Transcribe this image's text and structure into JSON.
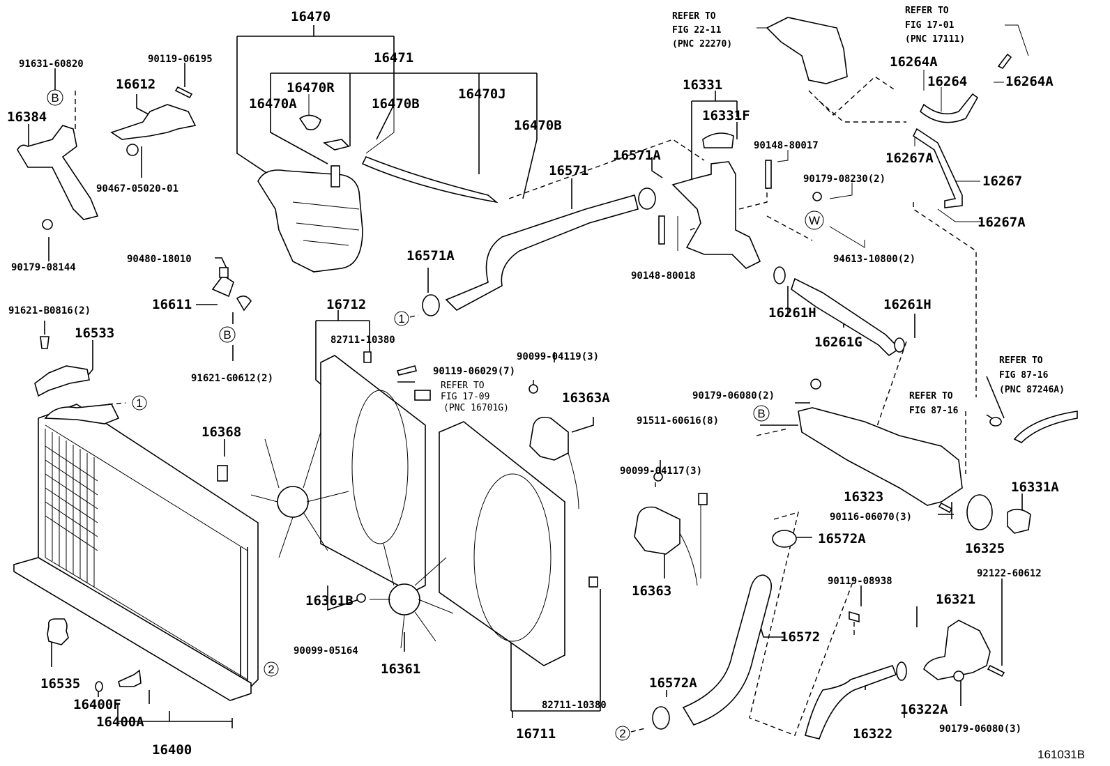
{
  "diagram": {
    "figure_id": "161031B",
    "labels": {
      "p16470": "16470",
      "p16471": "16471",
      "p16470R": "16470R",
      "p16470A": "16470A",
      "p16470B_1": "16470B",
      "p16470J": "16470J",
      "p16470B_2": "16470B",
      "p91631_60820": "91631-60820",
      "p90119_06195": "90119-06195",
      "p16612": "16612",
      "p16384": "16384",
      "p90467_05020_01": "90467-05020-01",
      "p90179_08144": "90179-08144",
      "p90480_18010": "90480-18010",
      "p16611": "16611",
      "p91621_B0816": "91621-B0816(2)",
      "p16533": "16533",
      "p91621_G0612": "91621-G0612(2)",
      "p16331": "16331",
      "p16331F": "16331F",
      "p16571A_1": "16571A",
      "p16571": "16571",
      "p16571A_2": "16571A",
      "p90148_80017": "90148-80017",
      "p90179_08230": "90179-08230(2)",
      "p94613_10800": "94613-10800(2)",
      "p90148_80018": "90148-80018",
      "p16261H_1": "16261H",
      "p16261H_2": "16261H",
      "p16261G": "16261G",
      "p16264A_1": "16264A",
      "p16264": "16264",
      "p16264A_2": "16264A",
      "p16267A_1": "16267A",
      "p16267": "16267",
      "p16267A_2": "16267A",
      "p16712": "16712",
      "p82711_10380_1": "82711-10380",
      "p90119_06029": "90119-06029(7)",
      "p90099_04119": "90099-04119(3)",
      "p16363A": "16363A",
      "p16368": "16368",
      "p16361B": "16361B",
      "p90099_05164": "90099-05164",
      "p16361": "16361",
      "p82711_10380_2": "82711-10380",
      "p16711": "16711",
      "p90179_06080_2": "90179-06080(2)",
      "p91511_60616": "91511-60616(8)",
      "p90099_04117": "90099-04117(3)",
      "p16363": "16363",
      "p16323": "16323",
      "p90116_06070": "90116-06070(3)",
      "p16325": "16325",
      "p16331A": "16331A",
      "p16572A_1": "16572A",
      "p16572": "16572",
      "p16572A_2": "16572A",
      "p90119_08938": "90119-08938",
      "p92122_60612": "92122-60612",
      "p16321": "16321",
      "p16322": "16322",
      "p16322A": "16322A",
      "p90179_06080_3": "90179-06080(3)",
      "p16535": "16535",
      "p16400F": "16400F",
      "p16400A": "16400A",
      "p16400": "16400"
    },
    "references": {
      "fig2211": [
        "REFER TO",
        "FIG 22-11",
        "(PNC 22270)"
      ],
      "fig1701": [
        "REFER TO",
        "FIG 17-01",
        "(PNC 17111)"
      ],
      "fig1709": [
        "REFER TO",
        "FIG 17-09",
        "(PNC 16701G)"
      ],
      "fig8716a": [
        "REFER TO",
        "FIG 87-16"
      ],
      "fig8716b": [
        "REFER TO",
        "FIG 87-16",
        "(PNC 87246A)"
      ]
    },
    "connectors": {
      "one": "1",
      "two": "2",
      "B": "B",
      "W": "W"
    }
  }
}
